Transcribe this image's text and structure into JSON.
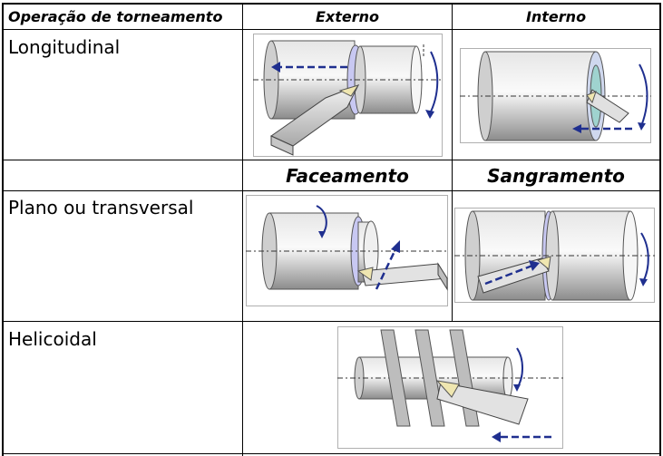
{
  "table": {
    "header": {
      "col1": "Operação de torneamento",
      "col2": "Externo",
      "col3": "Interno"
    },
    "rows": [
      {
        "label": "Longitudinal"
      },
      {
        "label": "",
        "col2_heading": "Faceamento",
        "col3_heading": "Sangramento"
      },
      {
        "label": "Plano ou transversal"
      },
      {
        "label": "Helicoidal"
      }
    ]
  },
  "colors": {
    "grid": "#000000",
    "arrow": "#1f2f8f",
    "workpiece": "#c9c9c9",
    "tool": "#e0e0e0",
    "cutting_edge": "#efe6b0",
    "figure_border": "#b0b0b0"
  },
  "figures": [
    {
      "name": "longitudinal-external-figure"
    },
    {
      "name": "longitudinal-internal-figure"
    },
    {
      "name": "facing-figure"
    },
    {
      "name": "parting-figure"
    },
    {
      "name": "helical-figure"
    }
  ]
}
